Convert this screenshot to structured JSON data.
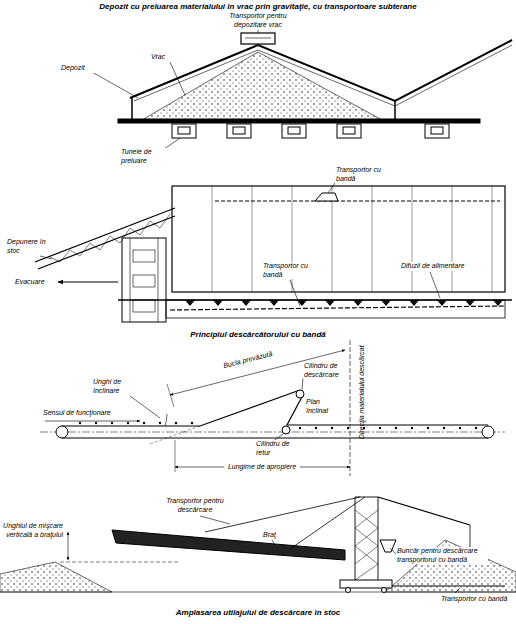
{
  "diagram": {
    "title": "Depozit cu preluarea materialului în vrac prin gravitaţie, cu transportoare subterane",
    "caption": "Amplasarea utilajului de descărcare în stoc",
    "labels": [
      "Transportor pentru depozitare vrac",
      "Vrac",
      "Depozit",
      "Tunele de preluare",
      "Transportor cu bandă",
      "Depunere în stoc",
      "Evacuare",
      "Transportor cu bandă",
      "Difuzii de alimentare",
      "Principiul descărcătorului cu bandă",
      "Unghi de înclinare",
      "Bucla prevăzută",
      "Sensul de funcţionare",
      "Cilindru de descărcare",
      "Plan înclinat",
      "Direcţia materialului descărcat",
      "Cilindru de retur",
      "Lungime de apropiere",
      "Transportor pentru descărcare",
      "Unghiul de mişcare verticală a braţului",
      "Braţ",
      "Buncăr pentru descărcare transportorul cu bandă",
      "Transportor cu bandă"
    ]
  }
}
